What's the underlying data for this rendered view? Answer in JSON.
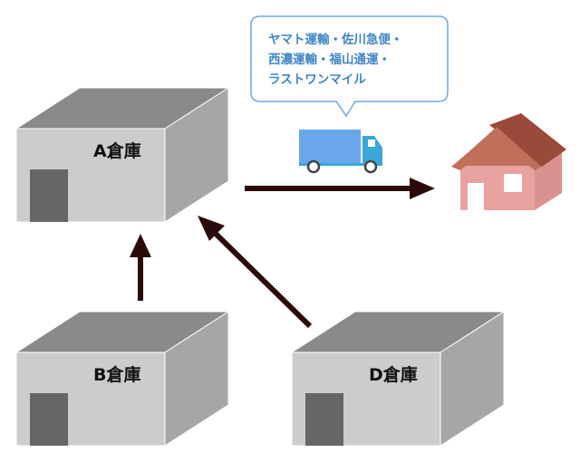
{
  "warehouses": {
    "a": {
      "label": "A倉庫"
    },
    "b": {
      "label": "B倉庫"
    },
    "d": {
      "label": "D倉庫"
    }
  },
  "bubble": {
    "lines": [
      "ヤマト運輸・佐川急便・",
      "西濃運輸・福山通運・",
      "ラストワンマイル"
    ]
  },
  "colors": {
    "warehouse_front": "#cccccc",
    "warehouse_top": "#8a8a8a",
    "warehouse_side": "#a6a6a6",
    "warehouse_door": "#666666",
    "arrow": "#2b0a0a",
    "bubble_border": "#6fa8dc",
    "bubble_text": "#3d85c6",
    "truck_body": "#6aa7ea",
    "truck_cab": "#3aa7d8",
    "house_wall": "#e8a3a0",
    "house_roof_front": "#c0705a",
    "house_roof_back": "#9a4a3a"
  },
  "icons": [
    "truck-icon",
    "house-icon"
  ]
}
